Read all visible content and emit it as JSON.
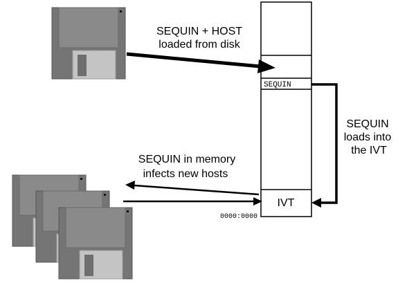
{
  "labels": {
    "host_load_line1": "SEQUIN + HOST",
    "host_load_line2": "loaded from disk",
    "ivt_load_line1": "SEQUIN",
    "ivt_load_line2": "loads into",
    "ivt_load_line3": "the IVT",
    "infect_line1": "SEQUIN in memory",
    "infect_line2": "infects new hosts"
  },
  "memory": {
    "sequin_block": "SEQUIN",
    "ivt_block": "IVT",
    "base_address": "0000:0000"
  },
  "colors": {
    "disk_body": "#757575",
    "disk_label": "#8a8a8a",
    "disk_shutter": "#c4c4c4",
    "disk_edge": "#555555",
    "ink": "#000000",
    "paper": "#ffffff"
  }
}
